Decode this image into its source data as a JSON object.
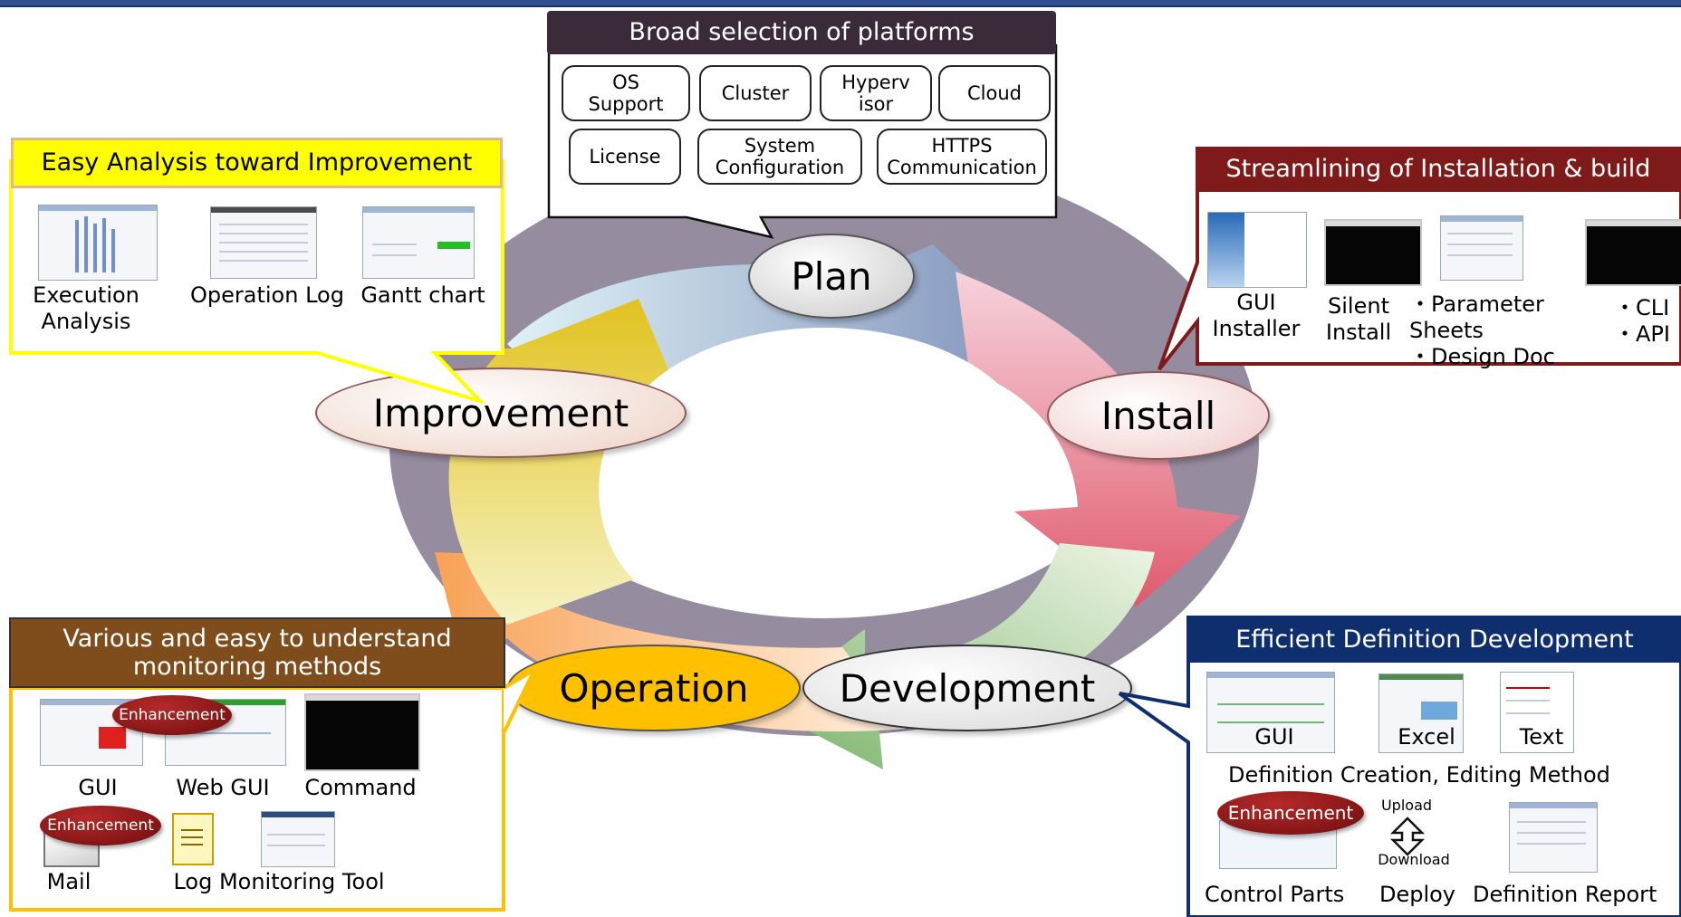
{
  "colors": {
    "plan_fill": "#dcdcdc",
    "install_fill": "#f7dede",
    "improvement_fill": "#f3ddd2",
    "operation_fill": "#ffc000",
    "development_fill": "#eeeeee",
    "easy_analysis_border": "#ffff00",
    "install_callout_header": "#7f1a1a",
    "operation_callout_header": "#7f4d1c",
    "development_callout_header": "#0e2e6e",
    "platform_header": "#3a2a3a",
    "enhancement_badge": "#8b1414"
  },
  "stages": {
    "plan": "Plan",
    "install": "Install",
    "development": "Development",
    "operation": "Operation",
    "improvement": "Improvement"
  },
  "platforms": {
    "title": "Broad selection of platforms",
    "row1": [
      "OS\nSupport",
      "Cluster",
      "Hyperv\nisor",
      "Cloud"
    ],
    "row2": [
      "License",
      "System\nConfiguration",
      "HTTPS\nCommunication"
    ]
  },
  "analysis": {
    "title": "Easy Analysis toward Improvement",
    "items": [
      "Execution\nAnalysis",
      "Operation Log",
      "Gantt chart"
    ]
  },
  "install_callout": {
    "title": "Streamlining of Installation & build",
    "items": [
      "GUI\nInstaller",
      "Silent\nInstall",
      "・Parameter Sheets\n・Design Doc",
      "・CLI\n・API"
    ]
  },
  "monitoring": {
    "title": "Various and easy to understand\nmonitoring methods",
    "items": [
      "GUI",
      "Web GUI",
      "Command",
      "Mail",
      "Log Monitoring Tool"
    ],
    "badge1": "Enhancement",
    "badge2": "Enhancement"
  },
  "definition": {
    "title": "Efficient Definition Development",
    "items": [
      "GUI",
      "Excel",
      "Text"
    ],
    "caption": "Definition Creation, Editing Method",
    "bottom_items": [
      "Control Parts",
      "Deploy",
      "Definition Report"
    ],
    "upload": "Upload",
    "download": "Download",
    "badge": "Enhancement"
  }
}
